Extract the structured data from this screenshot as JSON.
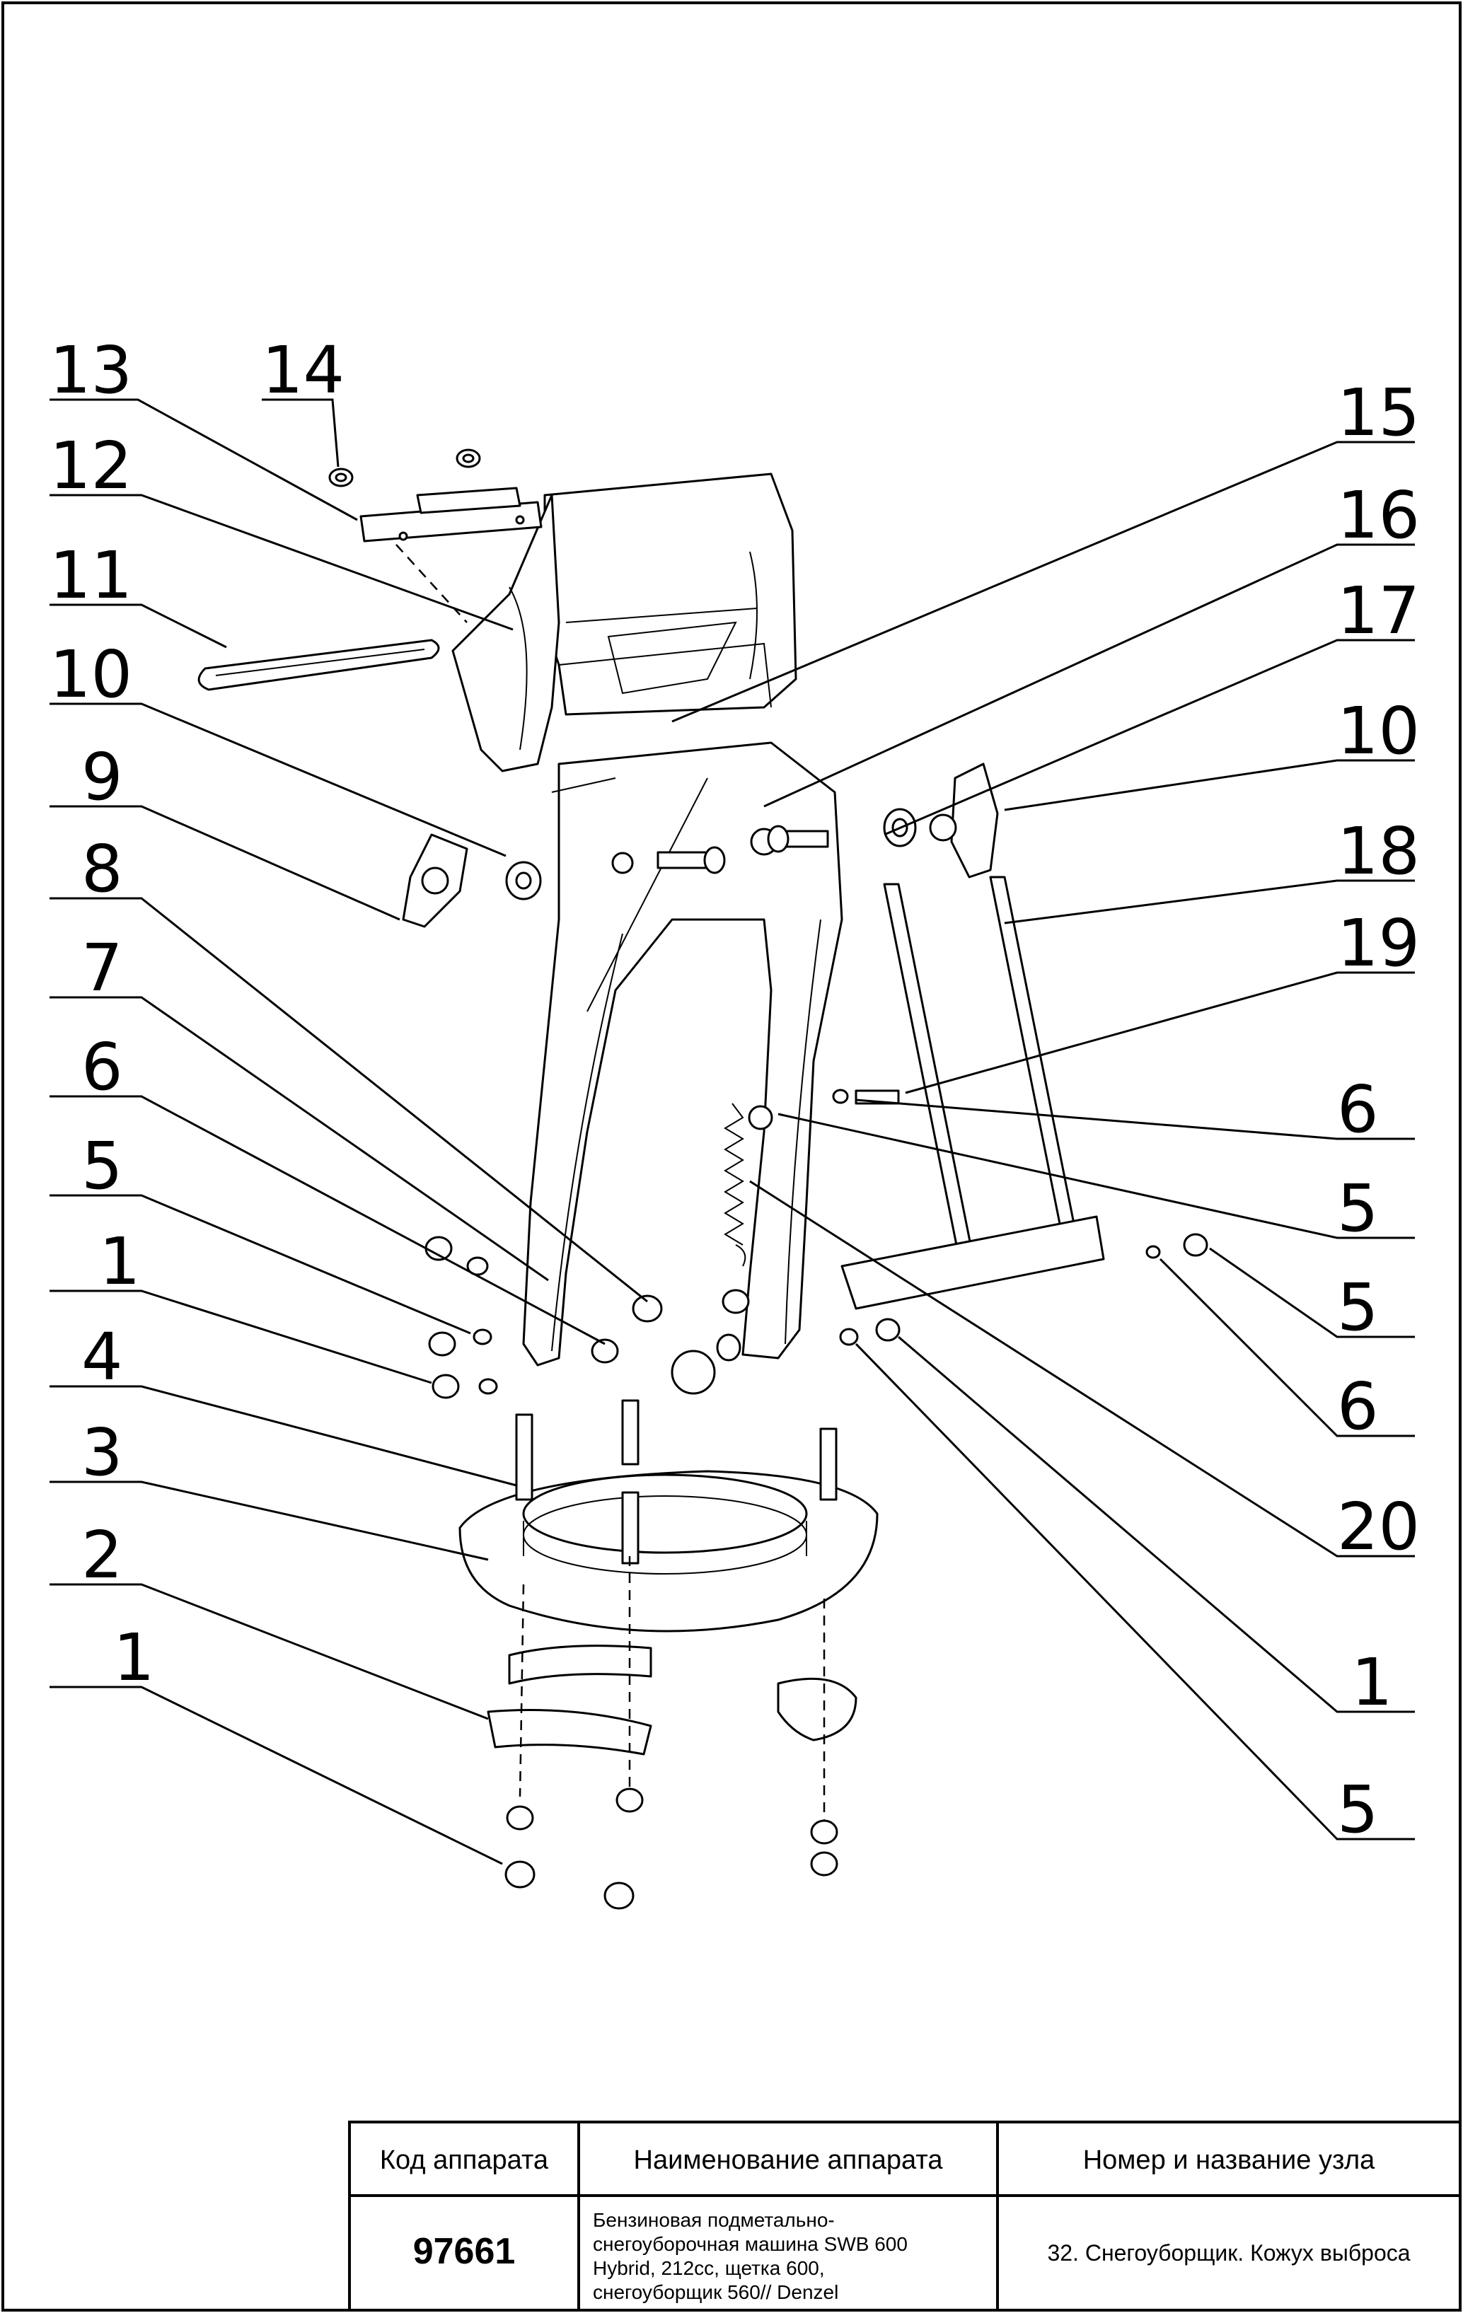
{
  "callouts": {
    "c13": "13",
    "c14": "14",
    "c12": "12",
    "c11": "11",
    "c10a": "10",
    "c9": "9",
    "c8": "8",
    "c7": "7",
    "c6a": "6",
    "c5a": "5",
    "c1a": "1",
    "c4": "4",
    "c3": "3",
    "c2": "2",
    "c1b": "1",
    "c15": "15",
    "c16": "16",
    "c17": "17",
    "c10b": "10",
    "c18": "18",
    "c19": "19",
    "c6b": "6",
    "c5b": "5",
    "c5c": "5",
    "c6c": "6",
    "c20": "20",
    "c1c": "1",
    "c5d": "5"
  },
  "table": {
    "header_code": "Код аппарата",
    "header_name": "Наименование аппарата",
    "header_unit": "Номер и название узла",
    "code": "97661",
    "name_line1": "Бензиновая подметально-",
    "name_line2": "снегоуборочная машина SWB 600",
    "name_line3": "Hybrid, 212cc, щетка 600,",
    "name_line4": "снегоуборщик 560// Denzel",
    "unit": "32. Снегоуборщик. Кожух выброса"
  }
}
